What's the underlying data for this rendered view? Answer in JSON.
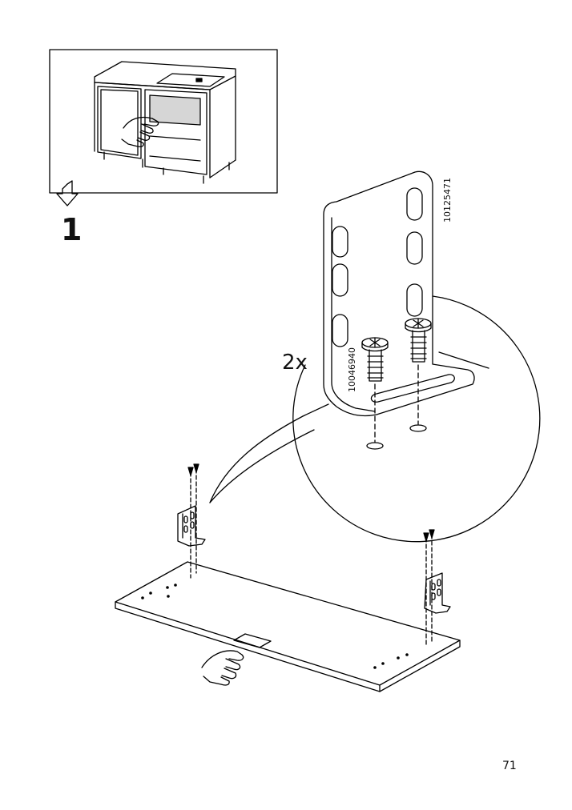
{
  "step": {
    "number": "1"
  },
  "callout": {
    "quantity": "2x"
  },
  "parts": {
    "bracket_id": "10125471",
    "screw_id": "10046940"
  },
  "page": {
    "number": "71"
  }
}
